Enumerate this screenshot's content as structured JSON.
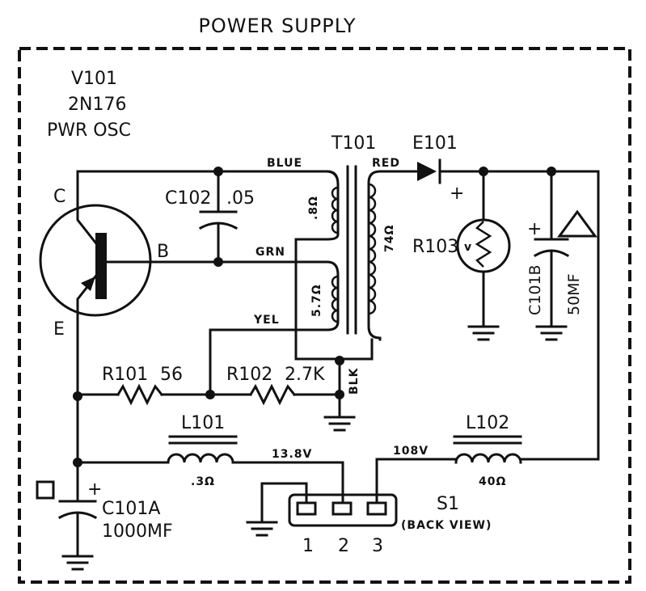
{
  "title": "POWER SUPPLY",
  "transistor": {
    "ref": "V101",
    "part": "2N176",
    "desc": "PWR OSC",
    "pin_c": "C",
    "pin_b": "B",
    "pin_e": "E"
  },
  "transformer": {
    "ref": "T101",
    "lead_blue": "BLUE",
    "lead_red": "RED",
    "lead_grn": "GRN",
    "lead_yel": "YEL",
    "lead_blk": "BLK",
    "res_primary_top": ".8Ω",
    "res_primary_bottom": "5.7Ω",
    "res_secondary": "74Ω"
  },
  "rectifier": {
    "ref": "E101",
    "polarity": "+"
  },
  "capacitors": {
    "c102_ref": "C102",
    "c102_value": ".05",
    "c101b_ref": "C101B",
    "c101b_value": "50MF",
    "c101b_polarity": "+",
    "c101a_ref": "C101A",
    "c101a_value": "1000MF",
    "c101a_polarity": "+"
  },
  "resistors": {
    "r101_ref": "R101",
    "r101_value": "56",
    "r102_ref": "R102",
    "r102_value": "2.7K",
    "r103_ref": "R103"
  },
  "inductors": {
    "l101_ref": "L101",
    "l101_res": ".3Ω",
    "l102_ref": "L102",
    "l102_res": "40Ω"
  },
  "voltages": {
    "low": "13.8V",
    "high": "108V"
  },
  "switch": {
    "ref": "S1",
    "view": "(BACK VIEW)",
    "pin1": "1",
    "pin2": "2",
    "pin3": "3"
  },
  "colors": {
    "ink": "#111111",
    "paper": "#ffffff"
  },
  "icons": {
    "square_marker": "square-marker-icon",
    "triangle_marker": "triangle-marker-icon",
    "ground": "ground-icon"
  }
}
